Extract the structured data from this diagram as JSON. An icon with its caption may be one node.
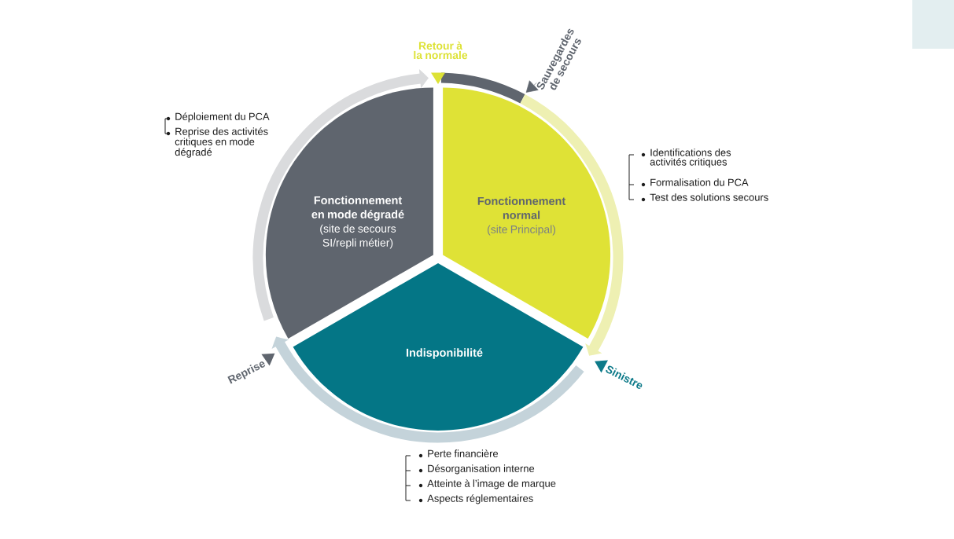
{
  "diagram": {
    "nodes": [
      {
        "text": [
          "Fonctionnement normal",
          "(site Principal)"
        ],
        "beside": [
          "Identifications des activités critiques",
          "Formalisation du PCA",
          "Test des solutions secours"
        ]
      },
      {
        "text": [
          "Indisponibilité"
        ],
        "beside": [
          "Perte financière",
          "Désorganisation interne",
          "Atteinte à l’image de marque",
          "Aspects réglementaires"
        ]
      },
      {
        "text": [
          "Fonctionnement en mode dégradé",
          "(site de secours SI/repli métier)"
        ],
        "beside": [
          "Déploiement du PCA",
          "Reprise des activités critiques en mode dégradé"
        ]
      },
      {
        "text": [
          "Sauvegardes de secours"
        ]
      }
    ],
    "edges": [
      {
        "from": 0,
        "to": 1,
        "arrow": "to",
        "label": "Sinistre",
        "color": "#eef0b2"
      },
      {
        "from": 1,
        "to": 2,
        "arrow": "to",
        "label": "Reprise",
        "color": "#c4d3da"
      },
      {
        "from": 2,
        "to": 0,
        "arrow": "to",
        "label": "Retour à la normale",
        "color": "#dadbdd"
      },
      {
        "from": 3,
        "to": 0,
        "arrow": "to",
        "color": "#5f656e"
      }
    ]
  }
}
